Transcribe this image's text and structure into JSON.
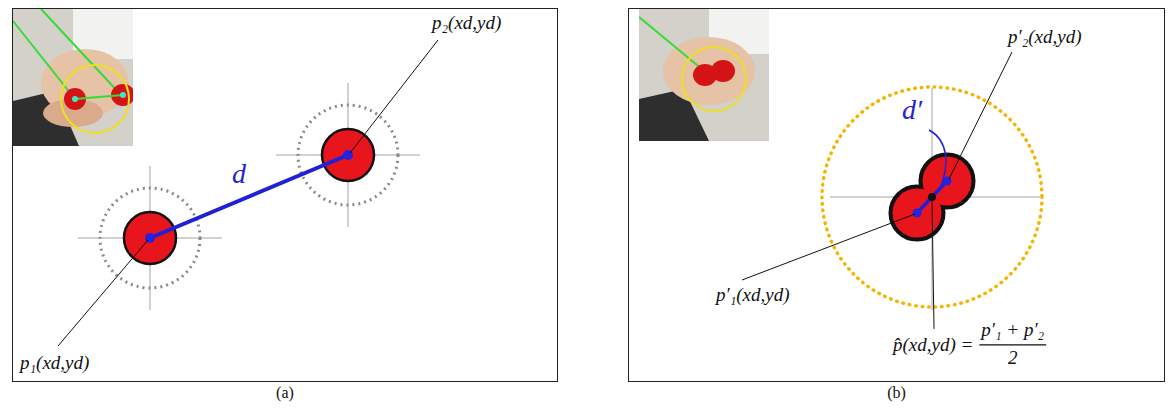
{
  "diagram": {
    "nodes": [
      {
        "text": [
          "(a)"
        ]
      },
      {
        "text": [
          "(b)"
        ]
      }
    ],
    "labels": [
      "p₂(xd,yd)",
      "d",
      "p₁(xd,yd)",
      "d′",
      "p′₂(xd,yd)",
      "p′₁(xd,yd)",
      "p̂(xd,yd) =",
      "p′₁ + p′₂",
      "2"
    ]
  }
}
